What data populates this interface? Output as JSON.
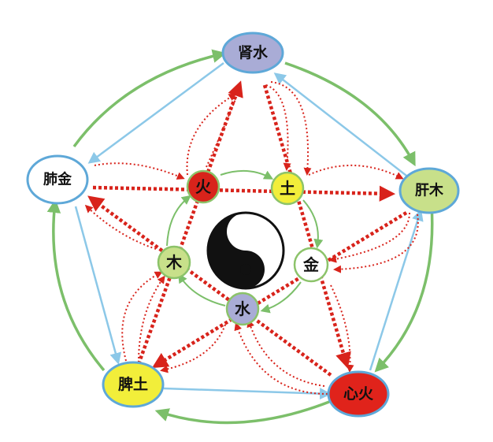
{
  "organs": {
    "kidney": {
      "label": "肾水",
      "fill": "#a9acd6",
      "stroke": "#5ea8d8"
    },
    "liver": {
      "label": "肝木",
      "fill": "#c8e08a",
      "stroke": "#5ea8d8"
    },
    "heart": {
      "label": "心火",
      "fill": "#e0231b",
      "stroke": "#5ea8d8"
    },
    "spleen": {
      "label": "脾土",
      "fill": "#f2ee3a",
      "stroke": "#5ea8d8"
    },
    "lung": {
      "label": "肺金",
      "fill": "#ffffff",
      "stroke": "#5ea8d8"
    }
  },
  "elements": {
    "fire": {
      "label": "火",
      "fill": "#d8231b",
      "stroke": "#8cc36a"
    },
    "earth": {
      "label": "土",
      "fill": "#f2ee3a",
      "stroke": "#8cc36a"
    },
    "metal": {
      "label": "金",
      "fill": "#ffffff",
      "stroke": "#8cc36a"
    },
    "water": {
      "label": "水",
      "fill": "#a9acd6",
      "stroke": "#8cc36a"
    },
    "wood": {
      "label": "木",
      "fill": "#c8e08a",
      "stroke": "#8cc36a"
    }
  },
  "colors": {
    "generating_cycle": "#7cbf6a",
    "reverse_cycle": "#8cc8e8",
    "restraining_arrow": "#d8231b",
    "taiji_dark": "#111111",
    "taiji_light": "#ffffff"
  }
}
